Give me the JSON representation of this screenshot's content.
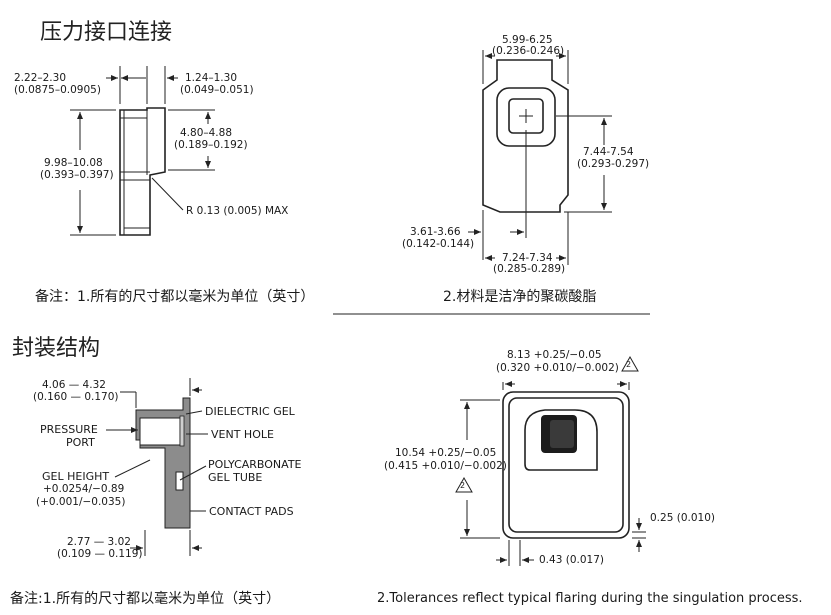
{
  "section1": {
    "title": "压力接口连接",
    "left_dims": {
      "d1_mm": "2.22–2.30",
      "d1_in": "(0.0875–0.0905)",
      "d2_mm": "1.24–1.30",
      "d2_in": "(0.049–0.051)",
      "d3_mm": "4.80–4.88",
      "d3_in": "(0.189–0.192)",
      "d4_mm": "9.98–10.08",
      "d4_in": "(0.393–0.397)",
      "radius": "R 0.13 (0.005) MAX"
    },
    "right_dims": {
      "top_mm": "5.99-6.25",
      "top_in": "(0.236-0.246)",
      "side_mm": "7.44-7.54",
      "side_in": "(0.293-0.297)",
      "bl_mm": "3.61-3.66",
      "bl_in": "(0.142-0.144)",
      "bot_mm": "7.24-7.34",
      "bot_in": "(0.285-0.289)"
    },
    "note_left": "备注：1.所有的尺寸都以毫米为单位（英寸）",
    "note_right": "2.材料是洁净的聚碳酸脂"
  },
  "section2": {
    "title": "封装结构",
    "left_dims": {
      "top_mm": "4.06 — 4.32",
      "top_in": "(0.160 — 0.170)",
      "bot_mm": "2.77 — 3.02",
      "bot_in": "(0.109 — 0.119)"
    },
    "labels": {
      "pressure_port": [
        "PRESSURE",
        "PORT"
      ],
      "gel_height": [
        "GEL HEIGHT",
        "+0.0254/−0.89",
        "(+0.001/−0.035)"
      ],
      "dielectric_gel": "DIELECTRIC GEL",
      "vent_hole": "VENT HOLE",
      "gel_tube": [
        "POLYCARBONATE",
        "GEL TUBE"
      ],
      "contact_pads": "CONTACT PADS"
    },
    "right_dims": {
      "top_mm": "8.13 +0.25/−0.05",
      "top_in": "(0.320 +0.010/−0.002)",
      "side_mm": "10.54 +0.25/−0.05",
      "side_in": "(0.415 +0.010/−0.002)",
      "pad_h": "0.25 (0.010)",
      "pad_w": "0.43 (0.017)",
      "tri_mark": "2"
    },
    "note_left": "备注:1.所有的尺寸都以毫米为单位（英寸）",
    "note_right": "2.Tolerances reflect typical flaring during the singulation process."
  }
}
